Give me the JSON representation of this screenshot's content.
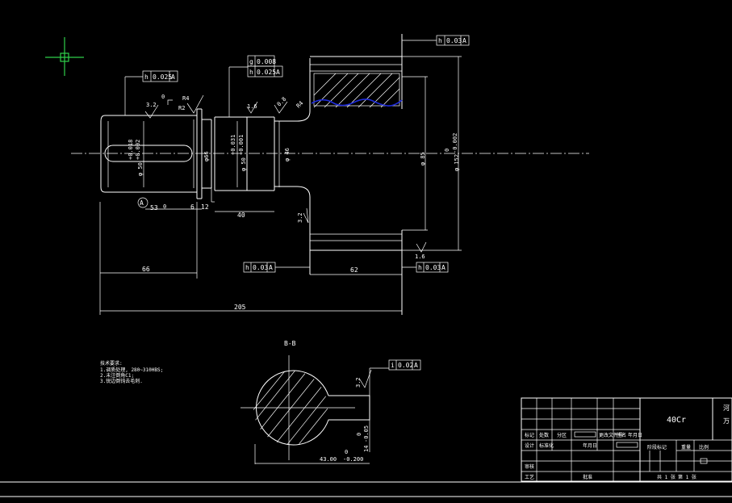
{
  "colors": {
    "background": "#000000",
    "lines": "#ffffff",
    "break_line": "#1e2bd9",
    "cursor": "#2fd04a"
  },
  "gtol": {
    "top_right": {
      "sym": "h",
      "val": "0.03",
      "datum": "A"
    },
    "left_top": {
      "sym": "h",
      "val": "0.025",
      "datum": "A"
    },
    "mid_top_1": {
      "sym": "g",
      "val": "0.008"
    },
    "mid_top_2": {
      "sym": "h",
      "val": "0.025",
      "datum": "A"
    },
    "bottom_left": {
      "sym": "h",
      "val": "0.03",
      "datum": "A"
    },
    "bottom_right": {
      "sym": "h",
      "val": "0.03",
      "datum": "A"
    },
    "section": {
      "sym": "i",
      "val": "0.02",
      "datum": "A"
    }
  },
  "roughness": {
    "r1": "3.2",
    "r2": "0",
    "r3": "R4",
    "r4": "R2",
    "r5": "1.6",
    "r6": "0.8",
    "r7": "R4",
    "r8": "3.2",
    "r9": "1.6",
    "r10": "3.2"
  },
  "dims": {
    "key_tol_top": "+0.018",
    "key_tol_bot": "+0.002",
    "key_dia": "φ 50",
    "d66": "φ66",
    "d50_tol_top": "+0.031",
    "d50_tol_bot": "+0.001",
    "d50": "φ 50",
    "d46": "φ 46",
    "d85": "φ 85",
    "d152_tol_top": "0",
    "d152_tol_bot": "-0.002",
    "d152": "φ 152",
    "len53": "53",
    "len6": "6",
    "len12": "12",
    "len40": "40",
    "len66": "66",
    "len62": "62",
    "len205": "205",
    "datum": "A",
    "r_small": "0"
  },
  "section": {
    "title": "B-B",
    "w_tol_top": "0",
    "w_tol_bot": "-0.05",
    "w_val": "14",
    "depth_tol_top": "0",
    "depth_tol_bot": "-0.200",
    "depth_val": "43.00"
  },
  "notes": {
    "title": "技术要求:",
    "line1": "1.调质处理,  280~310HBS;",
    "line2": "2.未注倒角C1;",
    "line3": "3.锐边倒钝去毛刺."
  },
  "titleblock": {
    "material": "40Cr",
    "c_mark": "标记",
    "c_count": "处数",
    "c_zone": "分区",
    "c_doc": "更改文件号",
    "c_sign": "签名",
    "c_date": "年月日",
    "design": "设计",
    "std": "标准化",
    "stage": "阶段标记",
    "weight": "重量",
    "scale": "比例",
    "review": "审核",
    "craft": "工艺",
    "approve": "批准",
    "sheets": "共 1 张",
    "sheet": "第 1 张",
    "right1": "河",
    "right2": "万"
  }
}
